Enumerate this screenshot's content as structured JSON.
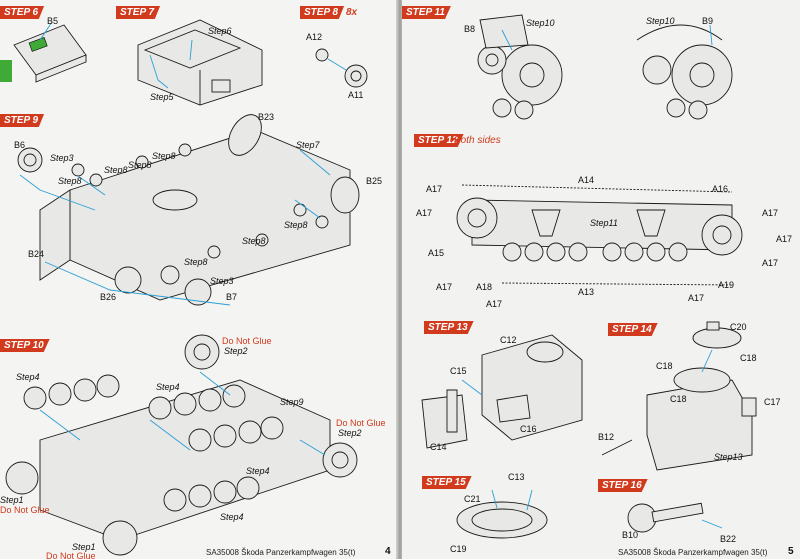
{
  "left": {
    "steps": {
      "s6": "STEP 6",
      "s7": "STEP 7",
      "s8": "STEP 8",
      "s8_extra": "8x",
      "s9": "STEP 9",
      "s10": "STEP 10"
    },
    "labels": {
      "b5": "B5",
      "step6": "Step6",
      "step5": "Step5",
      "a12": "A12",
      "a11": "A11",
      "b23": "B23",
      "step7": "Step7",
      "b25": "B25",
      "b6": "B6",
      "s9_step3a": "Step3",
      "s9_step8a": "Step8",
      "s9_step8b": "Step8",
      "s9_step8c": "Step8",
      "s9_step8d": "Step8",
      "s9_step8e": "Step8",
      "s9_step8f": "Step8",
      "s9_step8g": "Step8",
      "b24": "B24",
      "s9_step3b": "Step3",
      "b26": "B26",
      "b7": "B7",
      "s10_step4a": "Step4",
      "s10_step4b": "Step4",
      "s10_step4c": "Step4",
      "s10_step4d": "Step4",
      "s10_step2a": "Step2",
      "s10_step2b": "Step2",
      "s10_step9": "Step9",
      "s10_step1a": "Step1",
      "s10_step1b": "Step1"
    },
    "notes": {
      "dng1": "Do Not Glue",
      "dng2": "Do Not Glue",
      "dng3": "Do Not Glue",
      "dng4": "Do Not Glue"
    },
    "footer": "SA35008 Škoda Panzerkampfwagen 35(t)",
    "page_number": "4"
  },
  "right": {
    "steps": {
      "s11": "STEP 11",
      "s12": "STEP 12",
      "s12_extra": "Both sides",
      "s13": "STEP 13",
      "s14": "STEP 14",
      "s15": "STEP 15",
      "s16": "STEP 16"
    },
    "labels": {
      "b8": "B8",
      "s11_step10a": "Step10",
      "s11_step10b": "Step10",
      "b9": "B9",
      "a14": "A14",
      "a16": "A16",
      "a17a": "A17",
      "a17b": "A17",
      "a17c": "A17",
      "a17d": "A17",
      "a17e": "A17",
      "a17f": "A17",
      "a17g": "A17",
      "a17h": "A17",
      "a15": "A15",
      "a18": "A18",
      "a13": "A13",
      "a19": "A19",
      "step11": "Step11",
      "c12": "C12",
      "c15": "C15",
      "c16": "C16",
      "c14": "C14",
      "c20": "C20",
      "c18a": "C18",
      "c18b": "C18",
      "c18c": "C18",
      "c17": "C17",
      "b12": "B12",
      "s14_step13": "Step13",
      "c13": "C13",
      "c21": "C21",
      "c19": "C19",
      "b10": "B10",
      "b22": "B22"
    },
    "footer": "SA35008 Škoda Panzerkampfwagen 35(t)",
    "page_number": "5"
  }
}
